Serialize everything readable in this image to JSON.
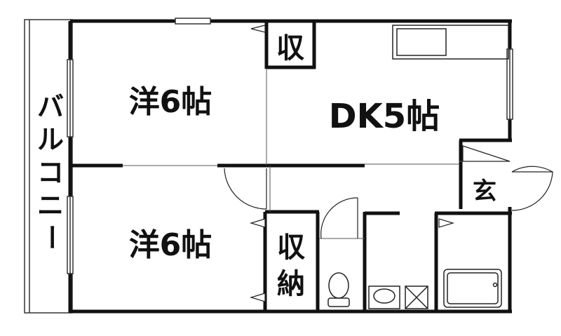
{
  "rooms": {
    "western_top": "洋6帖",
    "western_bottom": "洋6帖",
    "dining_kitchen": "DK5帖",
    "storage_top": "収",
    "storage_bottom_1": "収",
    "storage_bottom_2": "納",
    "entrance": "玄"
  },
  "balcony": {
    "chars": [
      "バ",
      "ル",
      "コ",
      "ニ",
      "ー"
    ]
  },
  "colors": {
    "wall": "#111111",
    "thin_line": "#444444",
    "background": "#ffffff"
  }
}
